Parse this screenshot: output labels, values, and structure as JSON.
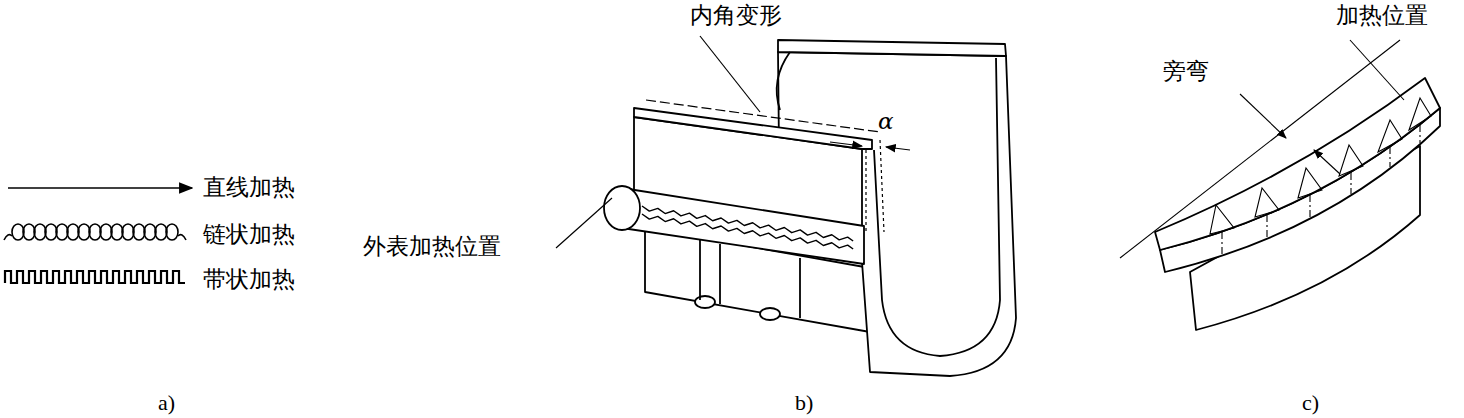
{
  "diagram": {
    "labels": [
      "直线加热",
      "链状加热",
      "带状加热",
      "外表加热位置",
      "内角变形",
      "α",
      "旁弯",
      "加热位置",
      "a)",
      "b)",
      "c)"
    ]
  }
}
